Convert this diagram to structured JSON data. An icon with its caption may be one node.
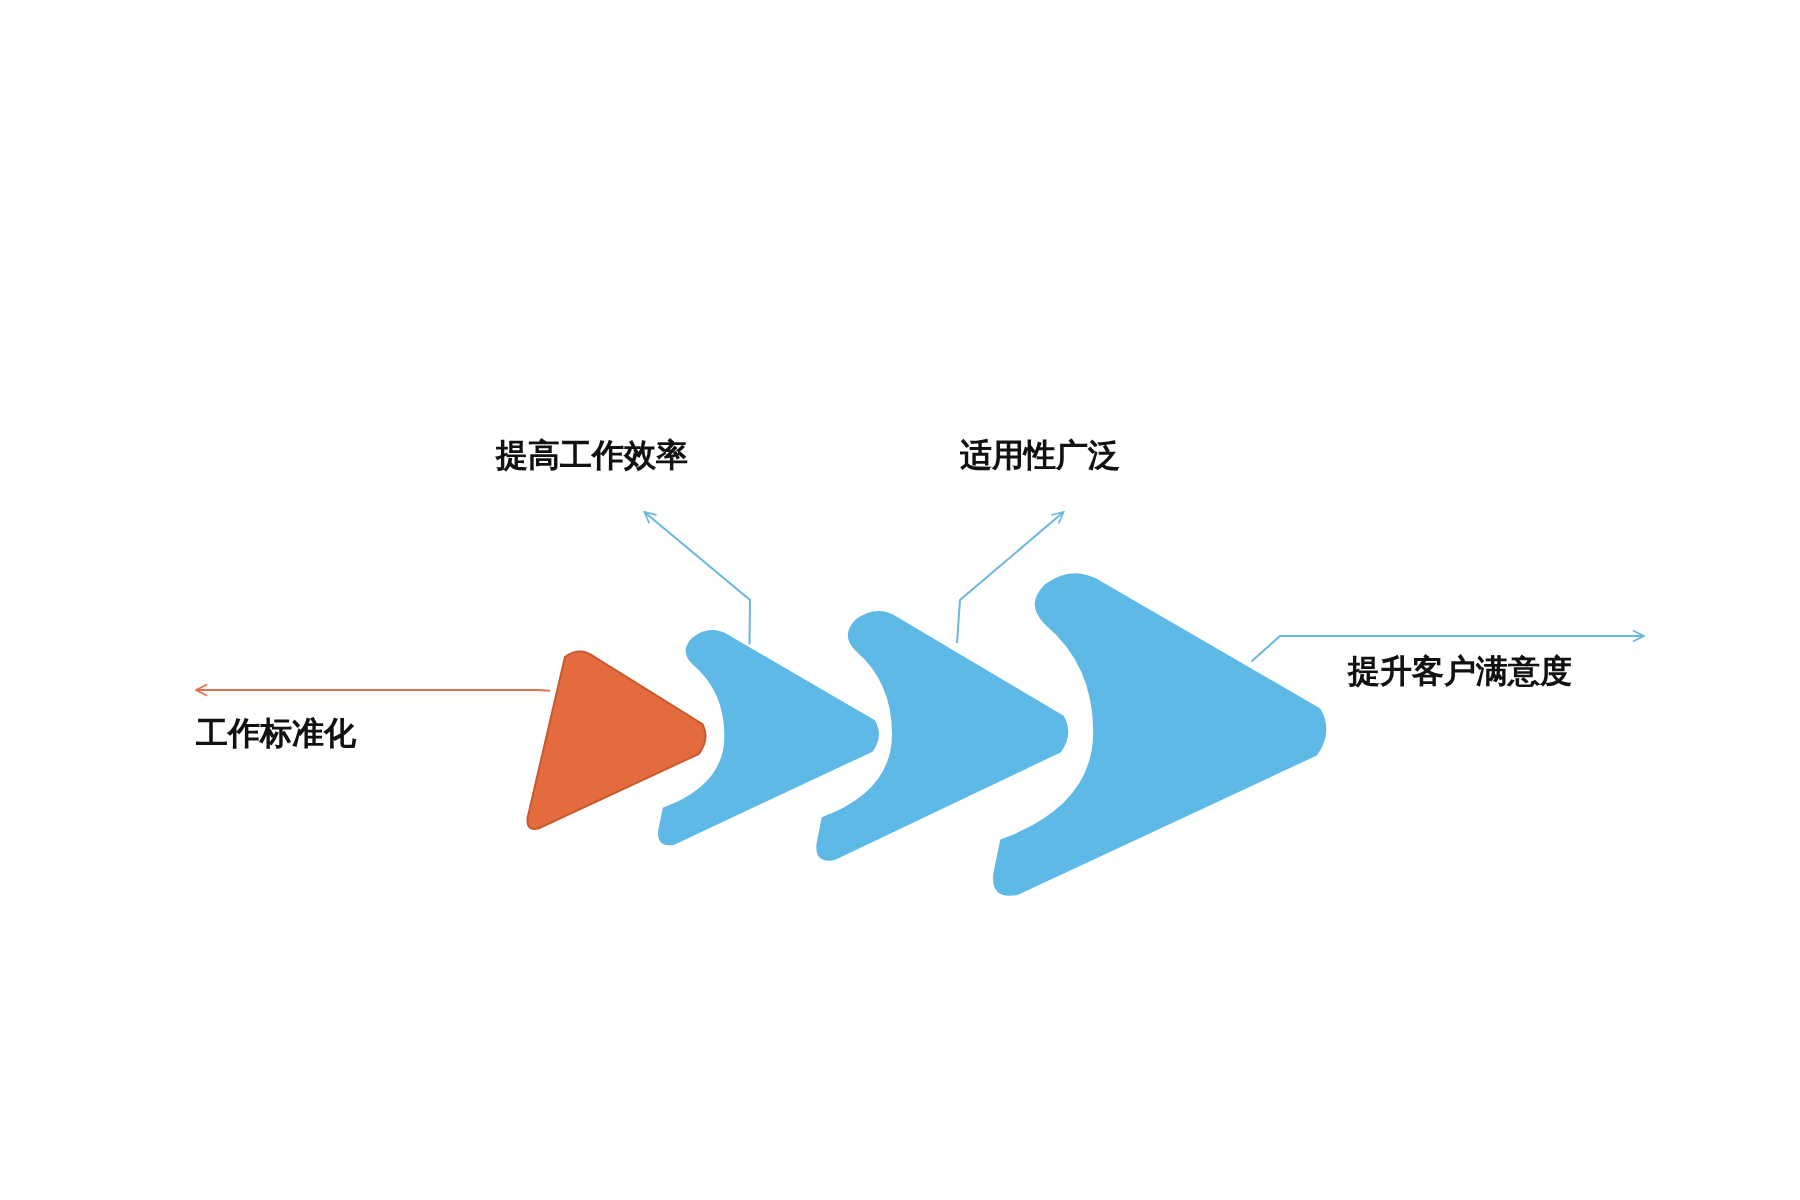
{
  "diagram": {
    "nodes": [
      {
        "text": [
          "工作标准化"
        ]
      },
      {
        "text": [
          "提高工作效率"
        ]
      },
      {
        "text": [
          "适用性广泛"
        ]
      },
      {
        "text": [
          "提升客户满意度"
        ]
      },
      {
        "text": [],
        "shape": "triangle"
      },
      {
        "text": [],
        "shape": "chevron"
      },
      {
        "text": [],
        "shape": "chevron"
      },
      {
        "text": [],
        "shape": "chevron"
      }
    ],
    "edges": [
      {
        "from": 4,
        "to": 0,
        "arrow": "to",
        "color": "#e0714a"
      },
      {
        "from": 5,
        "to": 1,
        "arrow": "to"
      },
      {
        "from": 6,
        "to": 2,
        "arrow": "to"
      },
      {
        "from": 7,
        "to": 3,
        "arrow": "to"
      }
    ]
  }
}
